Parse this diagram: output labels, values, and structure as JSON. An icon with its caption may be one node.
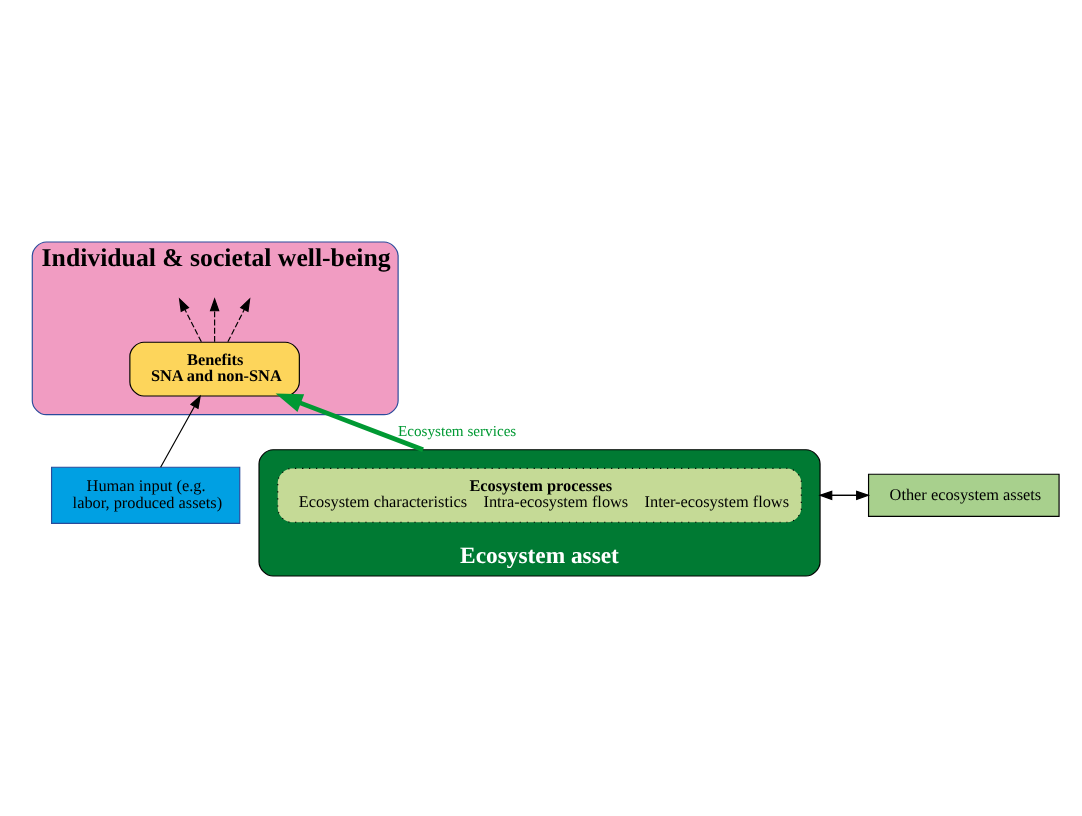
{
  "diagram": {
    "nodes": [
      {
        "text": [
          "Individual & societal well-being"
        ]
      },
      {
        "text": [
          "Benefits",
          "SNA and non-SNA"
        ],
        "in": 0
      },
      {
        "text": [
          "Human input (e.g. labor, produced assets)"
        ]
      },
      {
        "text": [
          "Other ecosystem assets"
        ]
      },
      {
        "text": [
          "Ecosystem asset"
        ]
      },
      {
        "text": [
          "Ecosystem processes",
          "Ecosystem characteristics",
          "Intra-ecosystem flows",
          "Inter-ecosystem flows"
        ],
        "in": 4
      }
    ],
    "edges": [
      {
        "from": 1,
        "to": null,
        "arrow": "to",
        "style": "dashed"
      },
      {
        "from": 1,
        "to": null,
        "arrow": "to",
        "style": "dashed"
      },
      {
        "from": 1,
        "to": null,
        "arrow": "to",
        "style": "dashed"
      },
      {
        "from": 2,
        "to": 1,
        "arrow": "to"
      },
      {
        "from": 4,
        "to": 1,
        "arrow": "to",
        "label": "Ecosystem services",
        "style": "thick",
        "color": "#009933"
      },
      {
        "from": 3,
        "to": 4,
        "arrow": "to"
      },
      {
        "from": 4,
        "to": 3,
        "arrow": "to"
      }
    ]
  }
}
